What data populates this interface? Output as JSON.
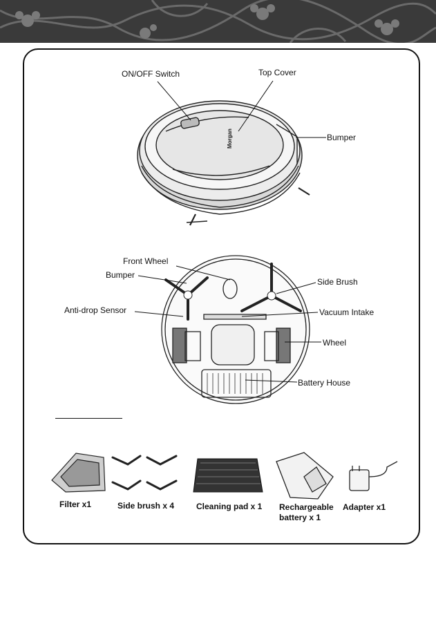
{
  "top_view_labels": {
    "switch": "ON/OFF Switch",
    "cover": "Top Cover",
    "bumper": "Bumper",
    "brand": "Morgan"
  },
  "bottom_view_labels": {
    "front_wheel": "Front Wheel",
    "bumper": "Bumper",
    "anti_drop": "Anti-drop Sensor",
    "side_brush": "Side Brush",
    "vacuum": "Vacuum Intake",
    "wheel": "Wheel",
    "battery_house": "Battery House"
  },
  "accessories": {
    "filter": "Filter x1",
    "side_brush": "Side brush x 4",
    "pad": "Cleaning pad x 1",
    "battery_line1": "Rechargeable",
    "battery_line2": "battery x 1",
    "adapter": "Adapter x1"
  }
}
